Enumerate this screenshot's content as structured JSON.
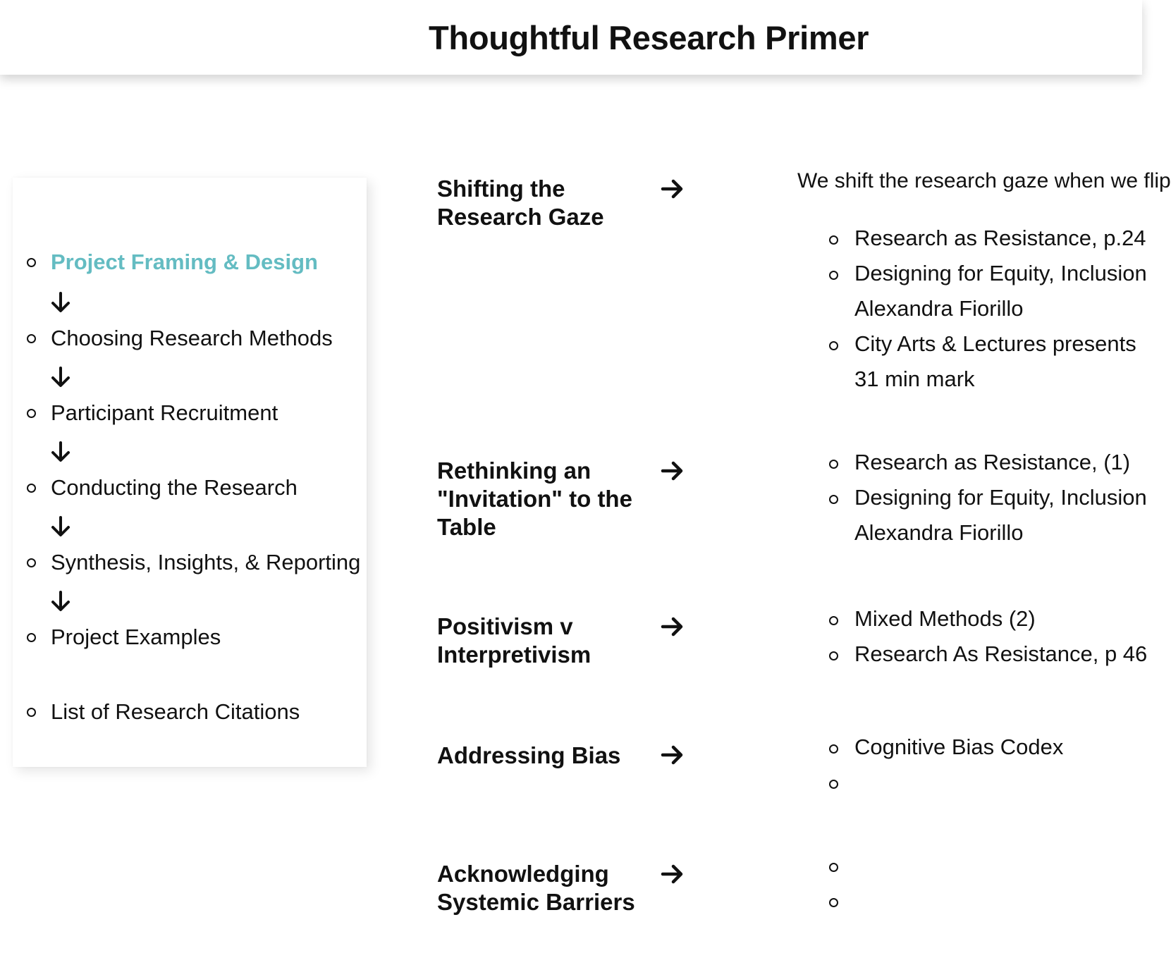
{
  "header": {
    "title": "Thoughtful Research Primer"
  },
  "sidebar": {
    "items": [
      {
        "label": "Project Framing & Design",
        "active": true
      },
      {
        "label": "Choosing Research Methods",
        "active": false
      },
      {
        "label": "Participant Recruitment",
        "active": false
      },
      {
        "label": "Conducting the Research",
        "active": false
      },
      {
        "label": "Synthesis, Insights, & Reporting",
        "active": false
      },
      {
        "label": "Project Examples",
        "active": false
      },
      {
        "label": "List of Research Citations",
        "active": false
      }
    ],
    "accent_color": "#64bcc2"
  },
  "topics": [
    {
      "title": "Shifting the Research Gaze"
    },
    {
      "title": "Rethinking an \"Invitation\" to the Table"
    },
    {
      "title": "Positivism v Interpretivism"
    },
    {
      "title": "Addressing Bias"
    },
    {
      "title": "Acknowledging Systemic Barriers"
    }
  ],
  "content": {
    "intro": "We shift the research gaze when we flip",
    "gaze": [
      "Research as Resistance, p.24",
      "Designing for Equity, Inclusion",
      "Alexandra Fiorillo",
      "City Arts & Lectures presents",
      "31 min mark"
    ],
    "invitation": [
      "Research as Resistance, (1)",
      "Designing for Equity, Inclusion",
      "Alexandra Fiorillo"
    ],
    "positivism": [
      "Mixed Methods (2)",
      "Research As Resistance, p 46"
    ],
    "bias": [
      "Cognitive Bias Codex"
    ]
  },
  "icons": {
    "down_arrow": "arrow-down-icon",
    "right_arrow": "arrow-right-icon",
    "bullet": "hollow-circle-bullet"
  }
}
